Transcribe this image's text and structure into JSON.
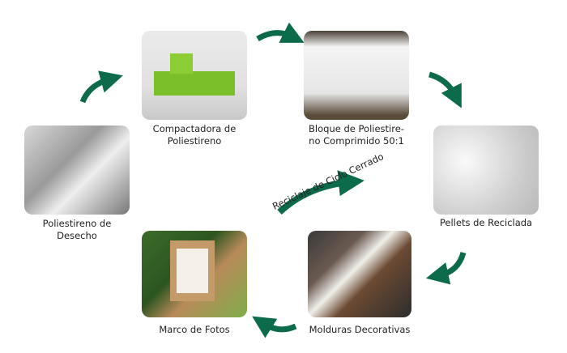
{
  "colors": {
    "arrow": "#0b6b4b"
  },
  "steps": [
    {
      "label_line1": "Poliestireno de",
      "label_line2": "Desecho",
      "image": "waste-polystyrene-photo"
    },
    {
      "label_line1": "Compactadora de",
      "label_line2": "Poliestireno",
      "image": "compactor-machine-photo"
    },
    {
      "label_line1": "Bloque de Poliestire-",
      "label_line2": "no Comprimido 50:1",
      "image": "compressed-blocks-photo"
    },
    {
      "label_line1": "Pellets de Reciclada",
      "label_line2": "",
      "image": "pellets-photo"
    },
    {
      "label_line1": "Molduras Decorativas",
      "label_line2": "",
      "image": "moldings-photo"
    },
    {
      "label_line1": "Marco de Fotos",
      "label_line2": "",
      "image": "photo-frame-photo"
    }
  ],
  "center": {
    "label": "Reciclaje de Ciclo Cerrado"
  }
}
